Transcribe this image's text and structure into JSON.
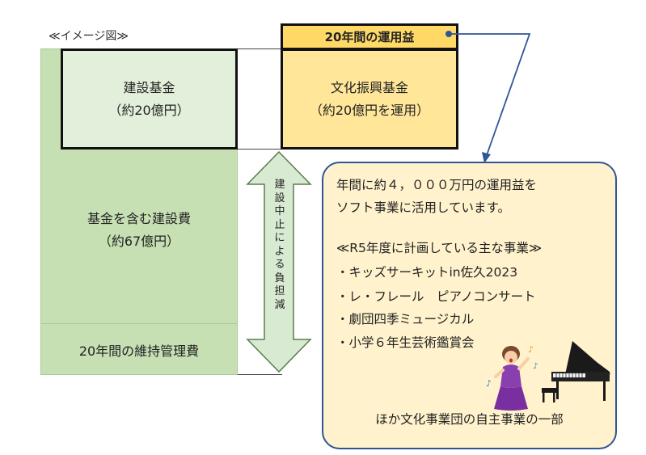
{
  "image_label": "≪イメージ図≫",
  "profit_title": "20年間の運用益",
  "construction_fund": {
    "name": "建設基金",
    "amount": "（約20億円）"
  },
  "culture_fund": {
    "name": "文化振興基金",
    "amount": "（約20億円を運用）"
  },
  "construction_cost": {
    "name": "基金を含む建設費",
    "amount": "（約67億円）"
  },
  "maintenance_cost": "20年間の維持管理費",
  "reduction_label": [
    "建",
    "設",
    "中",
    "止",
    "に",
    "よ",
    "る",
    "負",
    "担",
    "減"
  ],
  "bubble": {
    "line1": "年間に約４，０００万円の運用益を",
    "line2": "ソフト事業に活用しています。",
    "plan_heading": "≪R5年度に計画している主な事業≫",
    "items": [
      "・キッズサーキットin佐久2023",
      "・レ・フレール　ピアノコンサート",
      "・劇団四季ミュージカル",
      "・小学６年生芸術鑑賞会"
    ],
    "caption": "ほか文化事業団の自主事業の一部"
  },
  "colors": {
    "green_dark": "#c6e0b4",
    "green_light": "#e2efda",
    "yellow": "#ffe699",
    "yellow_title": "#ffd966",
    "bubble_fill": "#fff2cc",
    "bubble_border": "#2f5597",
    "arrow_fill": "#d9ead3"
  },
  "icons": [
    "singer-illustration",
    "grand-piano-illustration"
  ]
}
